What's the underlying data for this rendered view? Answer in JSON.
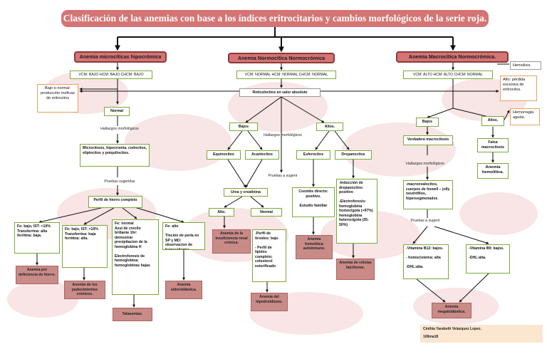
{
  "title": "Clasificación de las anemias con base a los índices eritrocitarios y cambios morfológicos de la serie roja.",
  "colors": {
    "title_bg": "#d47474",
    "box_border": "#7aa83c",
    "result_bg": "#c98b88",
    "note_border": "#e8a060"
  },
  "left": {
    "heading": "Anemia microcíticas hipocrómica",
    "indices": "VCM: BAJO    HCM: BAJO   CHCM: BAJO",
    "note": "Bajo o normal: producción ineficaz de eritrocitos",
    "normal": "Normal",
    "hallazgos": "Hallazgos morfológicos",
    "morph": "Microcitosis, hipocromia, codocitos, eliptocitos y poiquilocitos.",
    "pruebas": "Pruebas sugeridas",
    "perfil": "Perfil de hierro completo",
    "col1": "Fe: bajo, IST: <10% Transferrina: alta ferritina: baja.",
    "col2": "Fe: bajo, IST: >10% Transferrina: baja ferritina: alta.",
    "col3": "Fe: normal\n  Azul de crecilo brillante 1hr: demostrar precipitacion de la hemoglobina H\n\nElectroforesis de hemoglobina: hemoglobinas bajas",
    "col4": "Fe: alto\n\nTinción de perla en SP y MO: observacion de hemosiderina.",
    "res1": "Anemia por deficiencia de hierro.",
    "res2": "Anemia de los padecimientos crónicos.",
    "res3": "Talasemias.",
    "res4": "Anemia sideroblástica."
  },
  "middle": {
    "heading": "Anemia Normocítica  Normocrómica",
    "indices": "VCM: NORMAL    HCM: NORMAL   CHCM: NORMAL",
    "reticulo": "Reticulocitos en valor absoluto",
    "bajos": "Bajos",
    "altos": "Altos.",
    "hallazgos": "Hallazgos morfológicos",
    "equino": "Equinocitos",
    "acanto": "Acantocitos",
    "esfero": "Esferocitos",
    "drepano": "Drepanocitos",
    "pruebas": "Pruebas a sugerir",
    "urea": "Urea y creatinina",
    "alto": "Alto.",
    "normal": "Normal",
    "coombs": "Coombs directo: positivo.\n\nEstudio familiar",
    "drep_det": "-Inducción de drepanocitos: positivo\n\n-Electroforesis: hemoglobina homocigota (+97%) hemoglobina heterocigota (35-50%)",
    "tiroides": "-Perfil de tiroides: bajo\n\n- Perfil de lípidos completo: colesterol esterificado",
    "res_renal": "Anemia de la insuficiencia renal crónica.",
    "res_hipo": "Anemia del hipotiroidismo.",
    "res_auto": "Anemia hemolítica autoinmune.",
    "res_falci": "Anemia de células falciforme."
  },
  "right": {
    "heading": "Anemia Macrocítica Normocrómica.",
    "indices": "VCM: ALTO    HCM: ALTO  CHCM: NORMAL",
    "hemolisis": "Hemolisis.",
    "alto_note": "Alto: pérdida excesiva de eritrocitos.",
    "hemorragia": "Hemorragia aguda.",
    "bajos": "Bajos",
    "altos": "Altos.",
    "verdadera": "Verdadera  macrocitosis",
    "falsa": "Falsa macrocitosis",
    "hallazgos": "Hallazgos morfológicos",
    "hemolitica": "Anemia hemolítica.",
    "macro_det": "-macroovalocitos, cuerpos de howell – jolly neutrófilos, hipersegmenados",
    "pruebas": "Pruebas a sugerir",
    "b12": "-Vitamina B12: bajos.\n\n- homocisteína: alta\n\n-DHL:alta.",
    "b9": "-Vitamina B9: bajos.\n\n-DHL:alta.",
    "megalo": "Anemia megaloblástica."
  },
  "credits": {
    "author": "Cinthia Yarabeth Velazquez Lopez.",
    "group": "108ma18"
  }
}
